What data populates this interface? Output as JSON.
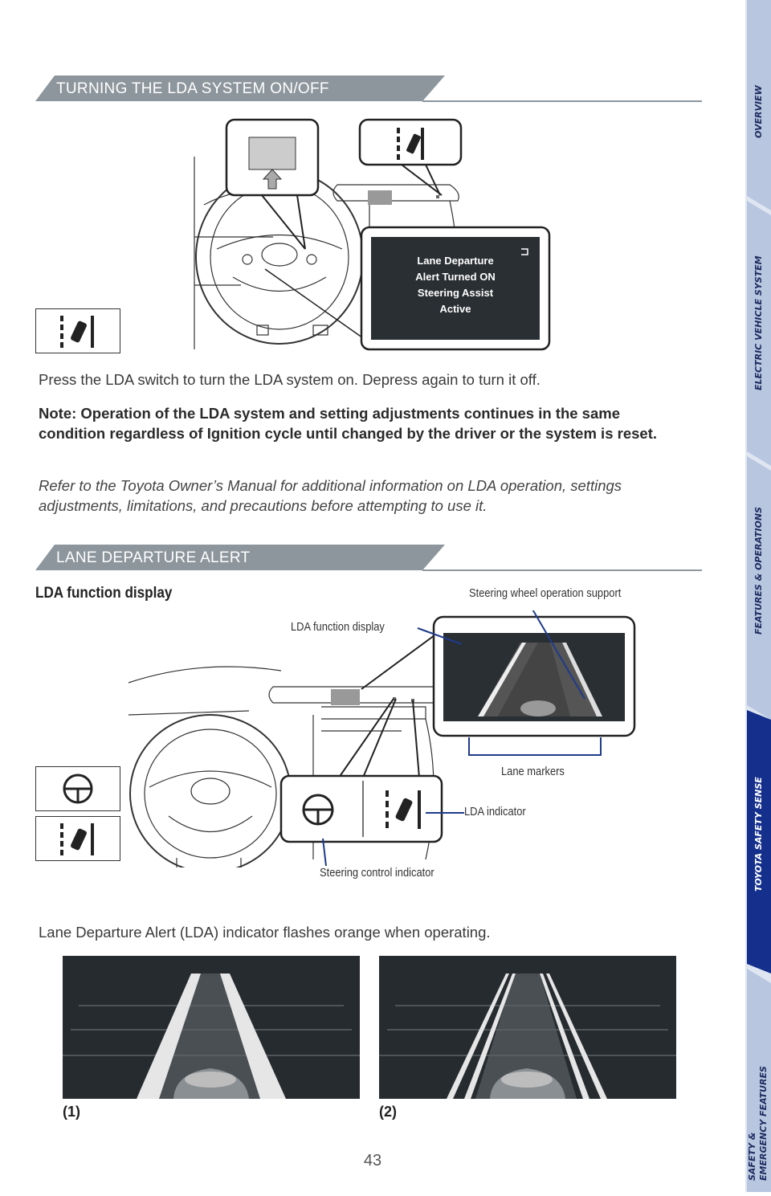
{
  "sections": {
    "turning": {
      "title": "TURNING THE LDA SYSTEM ON/OFF"
    },
    "lda": {
      "title": "LANE DEPARTURE ALERT"
    }
  },
  "screen_message": [
    "Lane Departure",
    "Alert Turned ON",
    "Steering Assist",
    "Active"
  ],
  "paragraphs": {
    "press": "Press the LDA switch to turn the LDA system on. Depress again to turn it off.",
    "note": "Note: Operation of the LDA system and setting adjustments continues in the same condition regardless of Ignition cycle until changed by the driver or the system is reset.",
    "refer": "Refer to the Toyota Owner’s Manual for additional information on LDA operation, settings adjustments, limitations, and precautions before attempting to use it.",
    "flashes": "Lane Departure Alert (LDA) indicator flashes orange when operating."
  },
  "figure": {
    "heading": "LDA function display",
    "callouts": {
      "steering_support": "Steering wheel operation support",
      "function_display": "LDA function display",
      "lane_markers": "Lane markers",
      "lda_indicator": "LDA indicator",
      "steering_control": "Steering control indicator"
    }
  },
  "image_labels": {
    "one": "(1)",
    "two": "(2)"
  },
  "sidebar": {
    "tabs": [
      {
        "label": "OVERVIEW",
        "active": false
      },
      {
        "label": "ELECTRIC VEHICLE SYSTEM",
        "active": false
      },
      {
        "label": "FEATURES & OPERATIONS",
        "active": false
      },
      {
        "label": "TOYOTA SAFETY SENSE",
        "active": true
      },
      {
        "label": "SAFETY &",
        "label2": "EMERGENCY FEATURES",
        "active": false
      }
    ]
  },
  "page_number": "43",
  "colors": {
    "header_gray": "#8c969c",
    "tab_light": "#b8c6e0",
    "tab_active": "#142f8c",
    "tab_text": "#1d2b5f",
    "callout_line": "#1f3b8a",
    "screen_bg": "#2a2f33"
  }
}
